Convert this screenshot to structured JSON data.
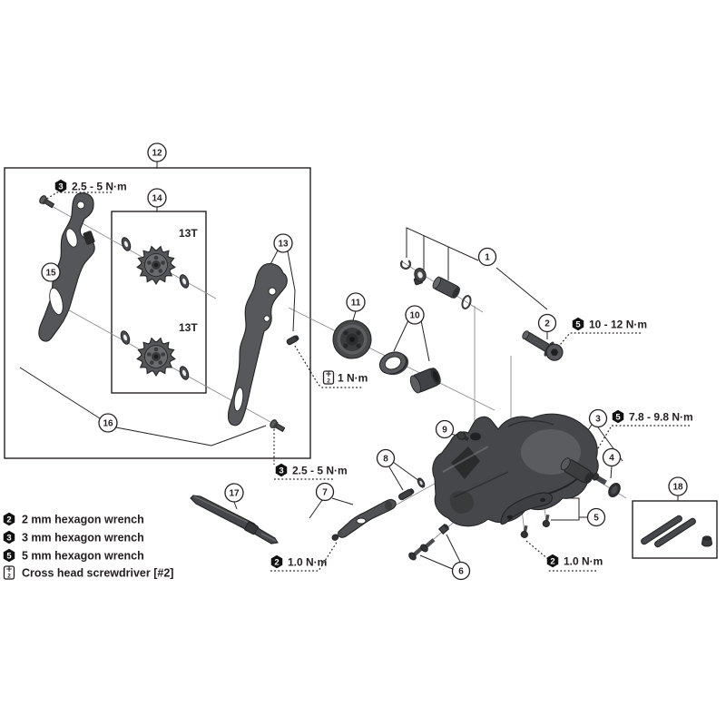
{
  "diagram": {
    "type": "exploded-parts-diagram",
    "subject": "rear derailleur",
    "callouts": {
      "1": "1",
      "2": "2",
      "3": "3",
      "4": "4",
      "5": "5",
      "6": "6",
      "7": "7",
      "8": "8",
      "9": "9",
      "10": "10",
      "11": "11",
      "12": "12",
      "13": "13",
      "14": "14",
      "15": "15",
      "16": "16",
      "17": "17",
      "18": "18"
    },
    "pulleys": {
      "upper_teeth": "13T",
      "lower_teeth": "13T"
    },
    "torque_labels": {
      "cage_plate_bolt_upper": {
        "tool": "3",
        "value": "2.5 - 5 N·m"
      },
      "bracket_axle_mount_bolt": {
        "tool": "5",
        "value": "10 - 12 N·m"
      },
      "stopper_pin_screw": {
        "tool": "cross",
        "value": "1 N·m"
      },
      "bracket_axle_unit": {
        "tool": "5",
        "value": "7.8 - 9.8 N·m"
      },
      "cage_plate_bolt_lower": {
        "tool": "3",
        "value": "2.5 - 5 N·m"
      },
      "plate_mount_screw_left": {
        "tool": "2",
        "value": "1.0 N·m"
      },
      "plate_mount_screw_right": {
        "tool": "2",
        "value": "1.0 N·m"
      }
    },
    "legend": {
      "items": [
        {
          "tool": "2",
          "label": "2 mm hexagon wrench"
        },
        {
          "tool": "3",
          "label": "3 mm hexagon wrench"
        },
        {
          "tool": "5",
          "label": "5 mm hexagon wrench"
        },
        {
          "tool": "cross",
          "label": "Cross head screwdriver [#2]"
        }
      ]
    },
    "icons": {
      "cross_head_screwdriver": {
        "glyph_top": "+",
        "glyph_bottom": "2"
      }
    },
    "colors": {
      "ink": "#231f20",
      "part_dark": "#2d2e30",
      "part_mid": "#4b4c4f",
      "part_light": "#808285",
      "background": "#ffffff"
    }
  }
}
